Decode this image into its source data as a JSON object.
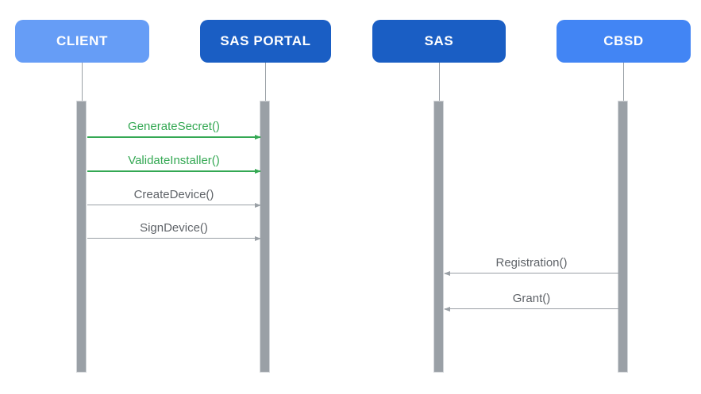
{
  "diagram": {
    "type": "sequence-diagram",
    "background_color": "#FFFFFF",
    "lifeline_color": "#9AA0A6",
    "activation_bar_color": "#9AA0A6",
    "actors": [
      {
        "label": "CLIENT",
        "color": "#669DF6",
        "text_color": "#FFFFFF"
      },
      {
        "label": "SAS PORTAL",
        "color": "#1A5EC4",
        "text_color": "#FFFFFF"
      },
      {
        "label": "SAS",
        "color": "#1A5EC4",
        "text_color": "#FFFFFF"
      },
      {
        "label": "CBSD",
        "color": "#4285F4",
        "text_color": "#FFFFFF"
      }
    ],
    "messages": [
      {
        "label": "GenerateSecret()",
        "from": "CLIENT",
        "to": "SAS PORTAL",
        "direction": "right",
        "text_color": "#34A853",
        "line_color": "#34A853"
      },
      {
        "label": "ValidateInstaller()",
        "from": "CLIENT",
        "to": "SAS PORTAL",
        "direction": "right",
        "text_color": "#34A853",
        "line_color": "#34A853"
      },
      {
        "label": "CreateDevice()",
        "from": "CLIENT",
        "to": "SAS PORTAL",
        "direction": "right",
        "text_color": "#5F6368",
        "line_color": "#9AA0A6"
      },
      {
        "label": "SignDevice()",
        "from": "CLIENT",
        "to": "SAS PORTAL",
        "direction": "right",
        "text_color": "#5F6368",
        "line_color": "#9AA0A6"
      },
      {
        "label": "Registration()",
        "from": "CBSD",
        "to": "SAS",
        "direction": "left",
        "text_color": "#5F6368",
        "line_color": "#9AA0A6"
      },
      {
        "label": "Grant()",
        "from": "CBSD",
        "to": "SAS",
        "direction": "left",
        "text_color": "#5F6368",
        "line_color": "#9AA0A6"
      }
    ]
  }
}
